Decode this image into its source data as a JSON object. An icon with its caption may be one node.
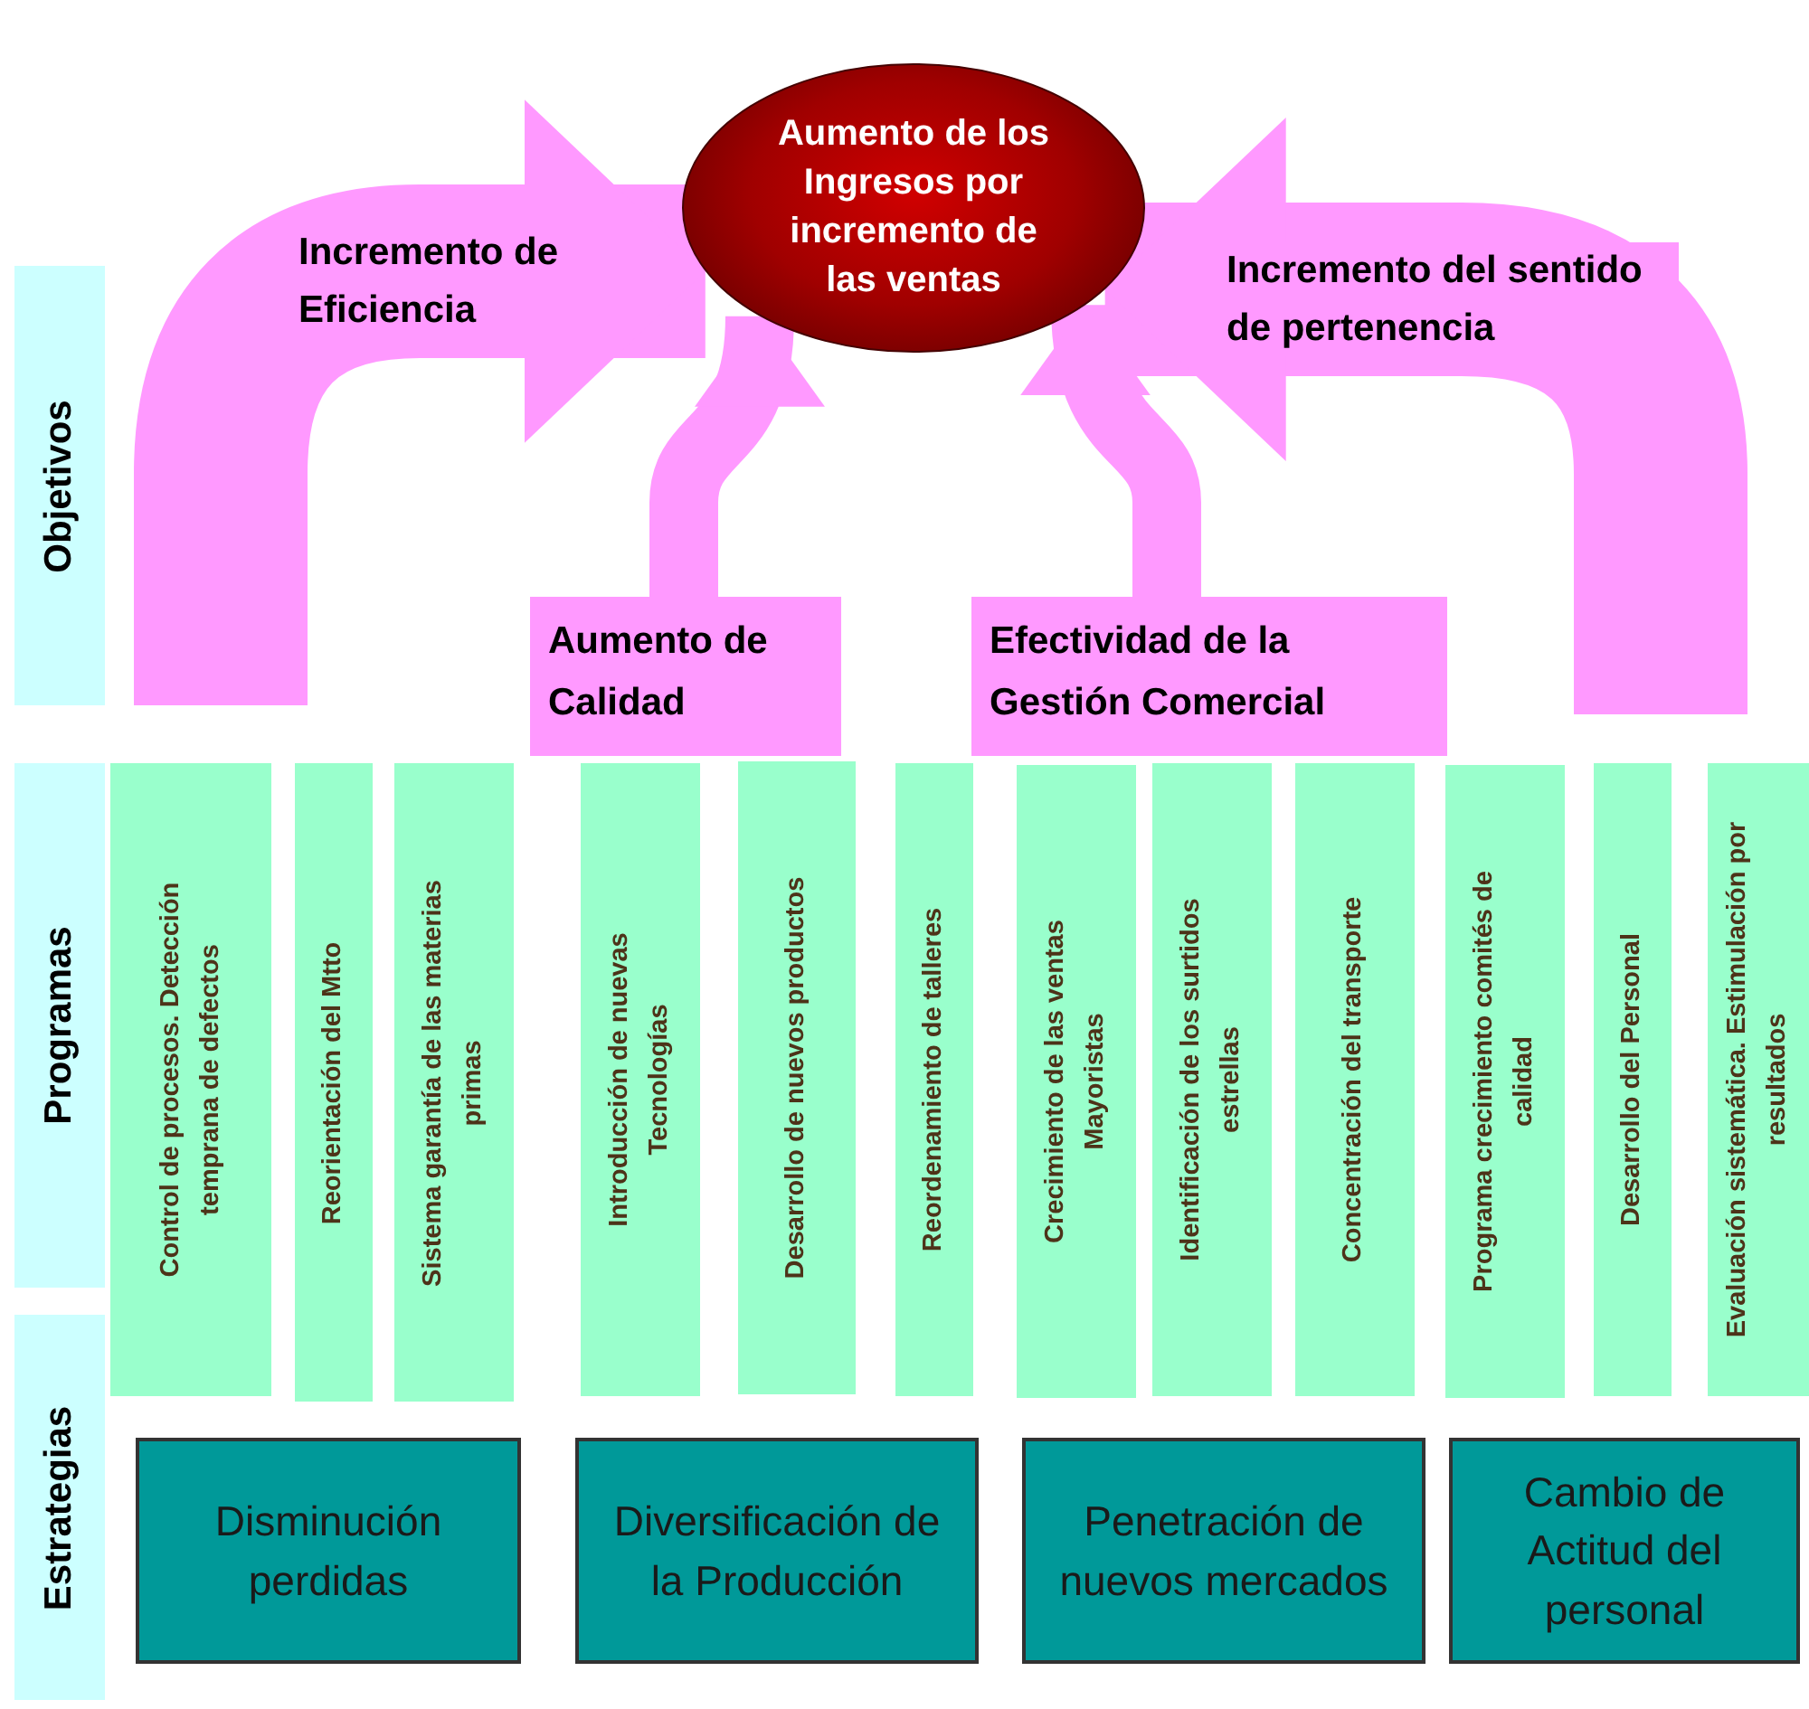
{
  "diagram": {
    "nodes": [
      {
        "text": [
          "Aumento de los Ingresos por incremento de las ventas"
        ]
      },
      {
        "text": [
          "Objetivos"
        ]
      },
      {
        "text": [
          "Aumento de Calidad"
        ]
      },
      {
        "text": [
          "Efectividad de la Gestión Comercial"
        ]
      },
      {
        "text": [
          "Programas"
        ]
      },
      {
        "text": [
          "Control de procesos. Detección temprana de defectos"
        ]
      },
      {
        "text": [
          "Reorientación del Mtto"
        ]
      },
      {
        "text": [
          "Sistema garantía de las materias primas"
        ]
      },
      {
        "text": [
          "Introducción de nuevas Tecnologías"
        ]
      },
      {
        "text": [
          "Desarrollo de nuevos productos"
        ]
      },
      {
        "text": [
          "Reordenamiento de talleres"
        ]
      },
      {
        "text": [
          "Crecimiento de las ventas Mayoristas"
        ]
      },
      {
        "text": [
          "Identificación de los surtidos estrellas"
        ]
      },
      {
        "text": [
          "Concentración del transporte"
        ]
      },
      {
        "text": [
          "Programa crecimiento comités de calidad"
        ]
      },
      {
        "text": [
          "Desarrollo del Personal"
        ]
      },
      {
        "text": [
          "Evaluación sistemática. Estimulación por resultados"
        ]
      },
      {
        "text": [
          "Estrategias"
        ]
      },
      {
        "text": [
          "Disminución perdidas"
        ]
      },
      {
        "text": [
          "Diversificación de la Producción"
        ]
      },
      {
        "text": [
          "Penetración de nuevos mercados"
        ]
      },
      {
        "text": [
          "Cambio de Actitud del personal"
        ]
      }
    ],
    "edges": [
      {
        "from": null,
        "to": 0,
        "arrow": "to",
        "label": "Incremento de Eficiencia",
        "style": "thick"
      },
      {
        "from": 2,
        "to": 0,
        "arrow": "to"
      },
      {
        "from": 3,
        "to": 0,
        "arrow": "to"
      },
      {
        "from": null,
        "to": 0,
        "arrow": "to",
        "label": "Incremento del sentido de pertenencia",
        "style": "thick"
      }
    ]
  }
}
